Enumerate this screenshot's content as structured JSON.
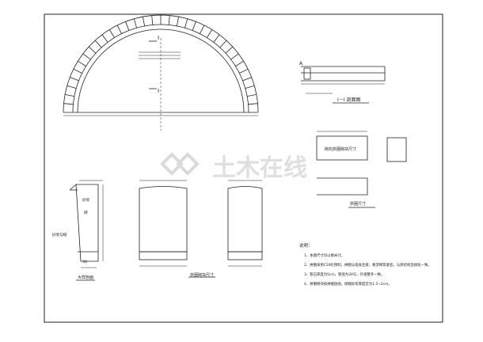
{
  "watermark": {
    "brand": "土木在线"
  },
  "labels": {
    "section_mark": "I",
    "section_title": "I－I 剖面图",
    "section_mark_a": "A",
    "block_view_title": "拱圈尺寸",
    "large_section_title": "大样剖面",
    "wall_ring_title": "拱圈砌块尺寸",
    "block_text": "砌石拱圈砌块尺寸",
    "side_text_1": "砂浆",
    "side_text_2": "砌",
    "side_text_3": "30",
    "left_annotation": "砂浆勾缝"
  },
  "notes": {
    "heading": "说明：",
    "items": [
      "1、本图尺寸均以厘米计。",
      "2、拱圈采用C20砼预制，拱圈与墙身连接，要求砌筑紧密，与原结构连接处一致。",
      "3、管石厚度为5cm，管径为30号，外观整齐一致。",
      "4、拱圈砌块按拱圈放线，砌缝砂浆厚度宜为1.5~2cm。"
    ]
  },
  "colors": {
    "line": "#222222",
    "watermark": "#d9d9d9"
  }
}
